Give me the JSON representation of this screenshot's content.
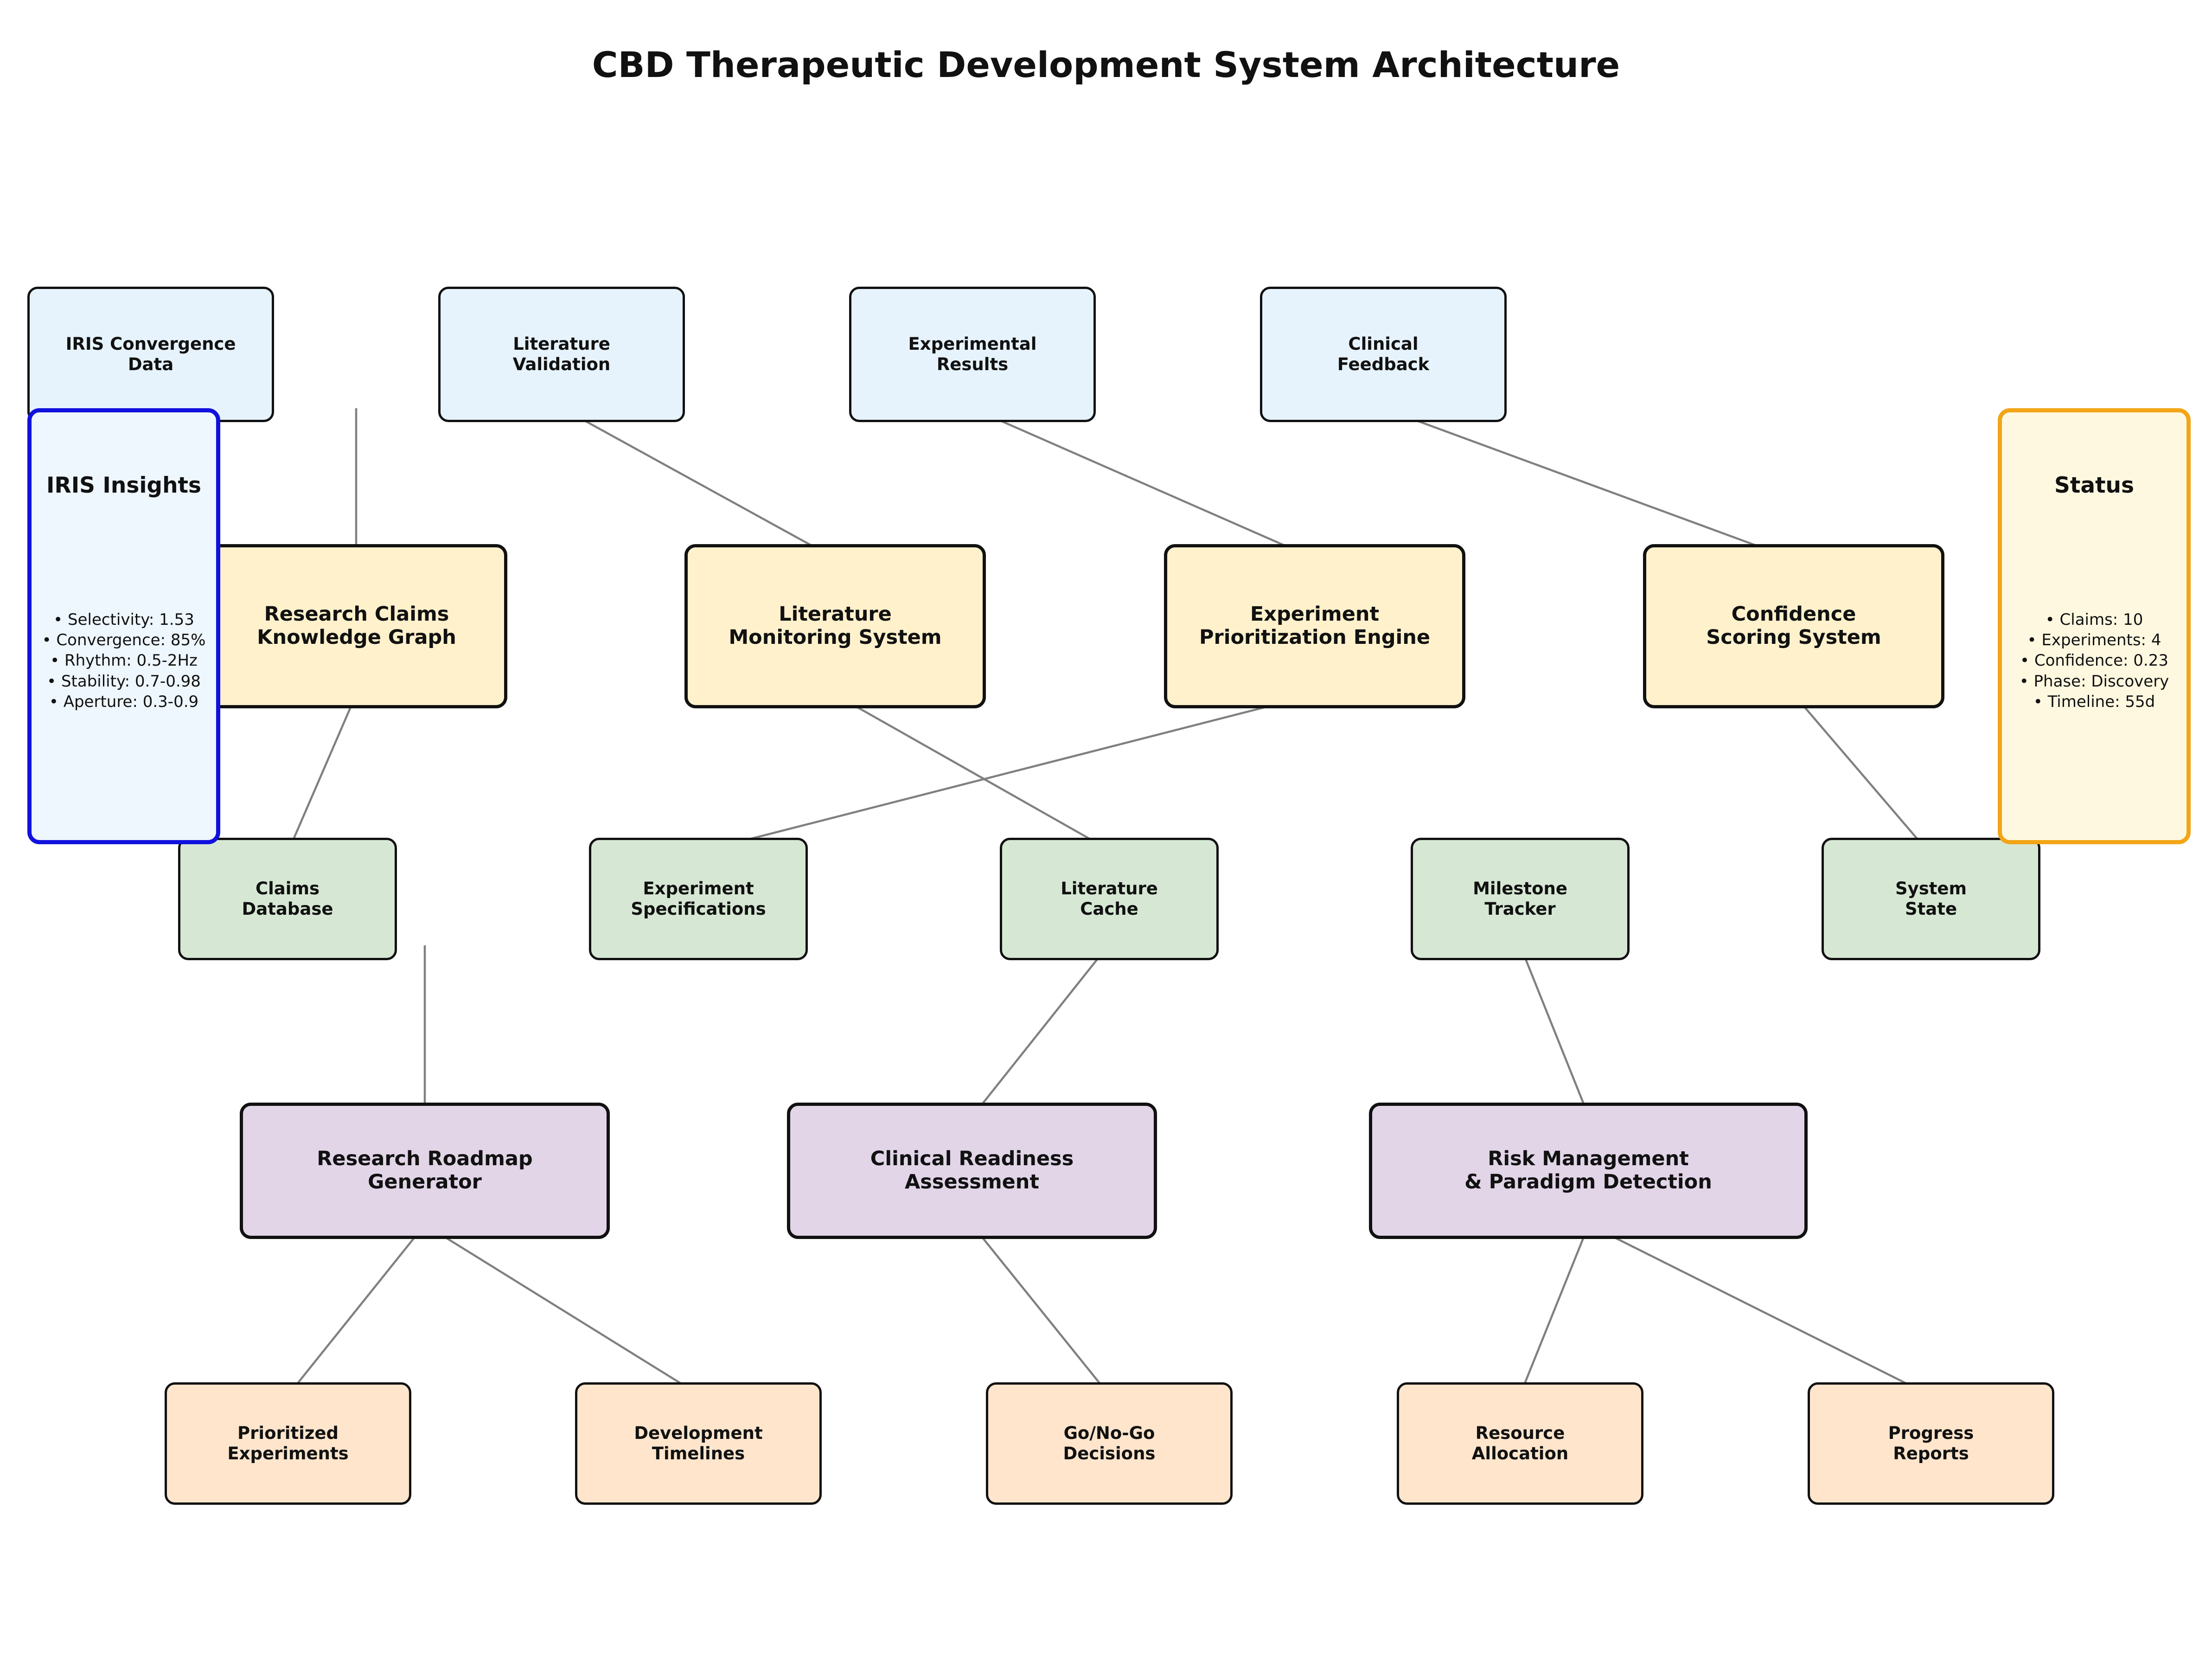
{
  "title": "CBD Therapeutic Development System Architecture",
  "colors": {
    "input_fill": "#e6f3fc",
    "core_fill": "#fff1cc",
    "store_fill": "#d6e8d4",
    "analysis_fill": "#e1d5e7",
    "output_fill": "#fee5cc",
    "insights_border": "#1111dd",
    "insights_fill": "#eef6fe",
    "status_border": "#f2a516",
    "status_fill": "#fff8e0",
    "arrow": "#808080"
  },
  "inputs": [
    "IRIS Convergence\nData",
    "Literature\nValidation",
    "Experimental\nResults",
    "Clinical\nFeedback"
  ],
  "core": [
    "Research Claims\nKnowledge Graph",
    "Literature\nMonitoring System",
    "Experiment\nPrioritization Engine",
    "Confidence\nScoring System"
  ],
  "stores": [
    "Claims\nDatabase",
    "Experiment\nSpecifications",
    "Literature\nCache",
    "Milestone\nTracker",
    "System\nState"
  ],
  "analysis": [
    "Research Roadmap\nGenerator",
    "Clinical Readiness\nAssessment",
    "Risk Management\n& Paradigm Detection"
  ],
  "outputs": [
    "Prioritized\nExperiments",
    "Development\nTimelines",
    "Go/No-Go\nDecisions",
    "Resource\nAllocation",
    "Progress\nReports"
  ],
  "insights": {
    "heading": "IRIS Insights",
    "items": [
      "• Selectivity: 1.53",
      "• Convergence: 85%",
      "• Rhythm: 0.5-2Hz",
      "• Stability: 0.7-0.98",
      "• Aperture: 0.3-0.9"
    ]
  },
  "status": {
    "heading": "Status",
    "items": [
      "• Claims: 10",
      "• Experiments: 4",
      "• Confidence: 0.23",
      "• Phase: Discovery",
      "• Timeline: 55d"
    ]
  }
}
